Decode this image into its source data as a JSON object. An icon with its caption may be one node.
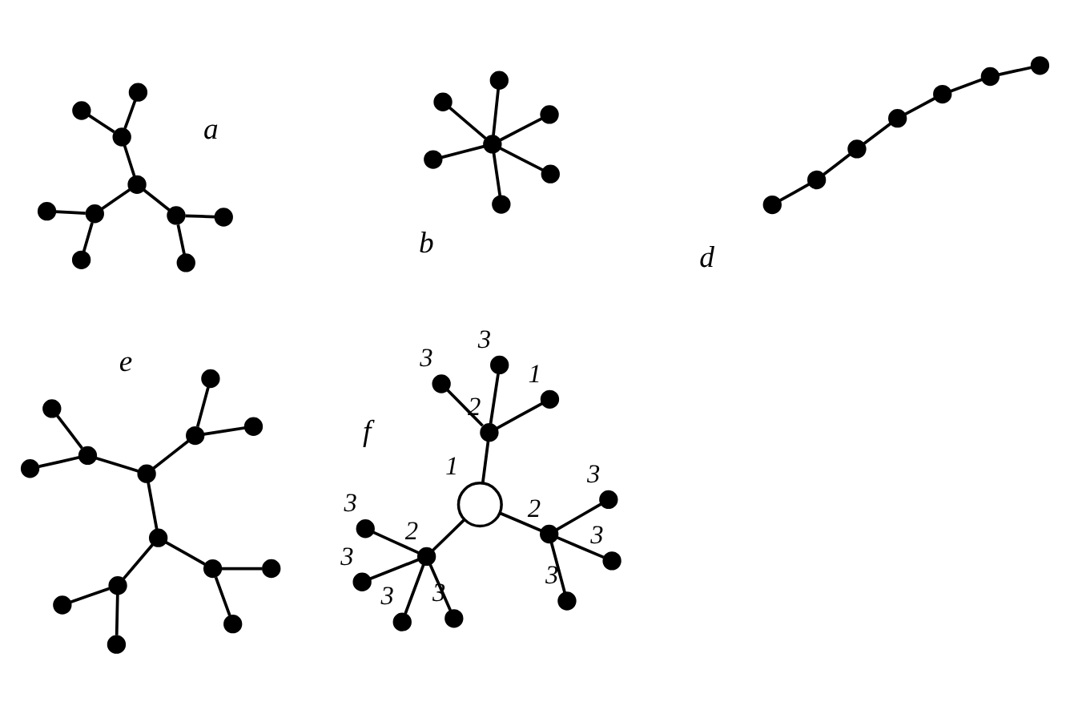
{
  "diagram": {
    "nodes": [
      {
        "text": [],
        "shape": "circle"
      },
      {
        "text": [],
        "shape": "circle"
      },
      {
        "text": [],
        "shape": "circle"
      },
      {
        "text": [],
        "shape": "circle"
      },
      {
        "text": [],
        "shape": "circle"
      },
      {
        "text": [],
        "shape": "circle"
      },
      {
        "text": [],
        "shape": "circle"
      },
      {
        "text": [],
        "shape": "circle"
      },
      {
        "text": [],
        "shape": "circle"
      },
      {
        "text": [],
        "shape": "circle"
      },
      {
        "text": [],
        "shape": "circle"
      },
      {
        "text": [],
        "shape": "circle"
      },
      {
        "text": [],
        "shape": "circle"
      },
      {
        "text": [],
        "shape": "circle"
      },
      {
        "text": [],
        "shape": "circle"
      },
      {
        "text": [],
        "shape": "circle"
      },
      {
        "text": [],
        "shape": "circle"
      },
      {
        "text": [],
        "shape": "circle"
      },
      {
        "text": [],
        "shape": "circle"
      },
      {
        "text": [],
        "shape": "circle"
      },
      {
        "text": [],
        "shape": "circle"
      },
      {
        "text": [],
        "shape": "circle"
      },
      {
        "text": [],
        "shape": "circle"
      },
      {
        "text": [],
        "shape": "circle"
      },
      {
        "text": [],
        "shape": "circle"
      },
      {
        "text": [],
        "shape": "circle"
      },
      {
        "text": [],
        "shape": "circle"
      },
      {
        "text": [],
        "shape": "circle"
      },
      {
        "text": [],
        "shape": "circle"
      },
      {
        "text": [],
        "shape": "circle"
      },
      {
        "text": [],
        "shape": "circle"
      },
      {
        "text": [],
        "shape": "circle"
      },
      {
        "text": [],
        "shape": "circle"
      },
      {
        "text": [],
        "shape": "circle"
      },
      {
        "text": [],
        "shape": "circle"
      },
      {
        "text": [],
        "shape": "circle"
      },
      {
        "text": [],
        "shape": "circle"
      },
      {
        "text": [],
        "shape": "circle"
      },
      {
        "text": [],
        "shape": "circle",
        "beside": [
          "1"
        ]
      },
      {
        "text": [],
        "shape": "circle",
        "beside": [
          "2"
        ]
      },
      {
        "text": [],
        "shape": "circle",
        "beside": [
          "3"
        ]
      },
      {
        "text": [],
        "shape": "circle",
        "beside": [
          "3"
        ]
      },
      {
        "text": [],
        "shape": "circle",
        "beside": [
          "3"
        ]
      },
      {
        "text": [],
        "shape": "circle",
        "beside": [
          "3"
        ]
      },
      {
        "text": [],
        "shape": "circle",
        "beside": [
          "2"
        ]
      },
      {
        "text": [],
        "shape": "circle",
        "beside": [
          "3"
        ]
      },
      {
        "text": [],
        "shape": "circle",
        "beside": [
          "3"
        ]
      },
      {
        "text": [],
        "shape": "circle",
        "beside": [
          "3"
        ]
      },
      {
        "text": [],
        "shape": "circle",
        "beside": [
          "2"
        ]
      },
      {
        "text": [],
        "shape": "circle",
        "beside": [
          "1"
        ]
      },
      {
        "text": [],
        "shape": "circle",
        "beside": [
          "3"
        ]
      },
      {
        "text": [],
        "shape": "circle",
        "beside": [
          "3"
        ]
      }
    ],
    "edges": [
      {
        "from": 0,
        "to": 1,
        "arrow": "none"
      },
      {
        "from": 1,
        "to": 2,
        "arrow": "none"
      },
      {
        "from": 1,
        "to": 3,
        "arrow": "none"
      },
      {
        "from": 0,
        "to": 4,
        "arrow": "none"
      },
      {
        "from": 4,
        "to": 5,
        "arrow": "none"
      },
      {
        "from": 4,
        "to": 6,
        "arrow": "none"
      },
      {
        "from": 0,
        "to": 7,
        "arrow": "none"
      },
      {
        "from": 7,
        "to": 8,
        "arrow": "none"
      },
      {
        "from": 7,
        "to": 9,
        "arrow": "none"
      },
      {
        "from": 10,
        "to": 11,
        "arrow": "none"
      },
      {
        "from": 10,
        "to": 12,
        "arrow": "none"
      },
      {
        "from": 10,
        "to": 13,
        "arrow": "none"
      },
      {
        "from": 10,
        "to": 14,
        "arrow": "none"
      },
      {
        "from": 10,
        "to": 15,
        "arrow": "none"
      },
      {
        "from": 10,
        "to": 16,
        "arrow": "none"
      },
      {
        "from": 17,
        "to": 18,
        "arrow": "none"
      },
      {
        "from": 18,
        "to": 19,
        "arrow": "none"
      },
      {
        "from": 19,
        "to": 20,
        "arrow": "none"
      },
      {
        "from": 20,
        "to": 23,
        "arrow": "none"
      },
      {
        "from": 23,
        "to": 22,
        "arrow": "none"
      },
      {
        "from": 22,
        "to": 21,
        "arrow": "none"
      },
      {
        "from": 24,
        "to": 25,
        "arrow": "none"
      },
      {
        "from": 24,
        "to": 26,
        "arrow": "none"
      },
      {
        "from": 26,
        "to": 27,
        "arrow": "none"
      },
      {
        "from": 26,
        "to": 28,
        "arrow": "none"
      },
      {
        "from": 24,
        "to": 29,
        "arrow": "none"
      },
      {
        "from": 29,
        "to": 30,
        "arrow": "none"
      },
      {
        "from": 29,
        "to": 31,
        "arrow": "none"
      },
      {
        "from": 25,
        "to": 32,
        "arrow": "none"
      },
      {
        "from": 32,
        "to": 33,
        "arrow": "none"
      },
      {
        "from": 32,
        "to": 34,
        "arrow": "none"
      },
      {
        "from": 25,
        "to": 35,
        "arrow": "none"
      },
      {
        "from": 35,
        "to": 36,
        "arrow": "none"
      },
      {
        "from": 35,
        "to": 37,
        "arrow": "none"
      },
      {
        "from": 38,
        "to": 39,
        "arrow": "none"
      },
      {
        "from": 39,
        "to": 40,
        "arrow": "none"
      },
      {
        "from": 39,
        "to": 41,
        "arrow": "none"
      },
      {
        "from": 39,
        "to": 42,
        "arrow": "none"
      },
      {
        "from": 39,
        "to": 43,
        "arrow": "none"
      },
      {
        "from": 38,
        "to": 44,
        "arrow": "none"
      },
      {
        "from": 44,
        "to": 45,
        "arrow": "none"
      },
      {
        "from": 44,
        "to": 46,
        "arrow": "none"
      },
      {
        "from": 44,
        "to": 47,
        "arrow": "none"
      },
      {
        "from": 38,
        "to": 48,
        "arrow": "none"
      },
      {
        "from": 48,
        "to": 49,
        "arrow": "none"
      },
      {
        "from": 48,
        "to": 50,
        "arrow": "none"
      },
      {
        "from": 48,
        "to": 51,
        "arrow": "none"
      }
    ],
    "labels": [
      "a",
      "b",
      "d",
      "e",
      "f"
    ]
  }
}
